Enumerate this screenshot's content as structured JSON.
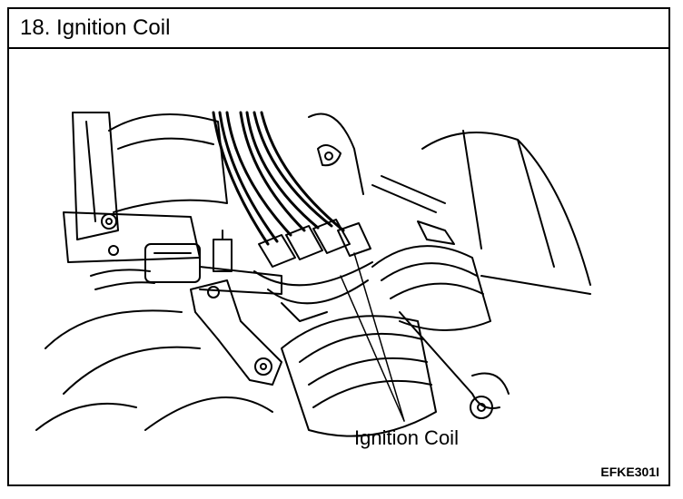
{
  "section": {
    "title": "18. Ignition Coil"
  },
  "diagram": {
    "callout_label": "Ignition Coil",
    "figure_code": "EFKE301I",
    "line_color": "#000000",
    "background_color": "#ffffff"
  }
}
